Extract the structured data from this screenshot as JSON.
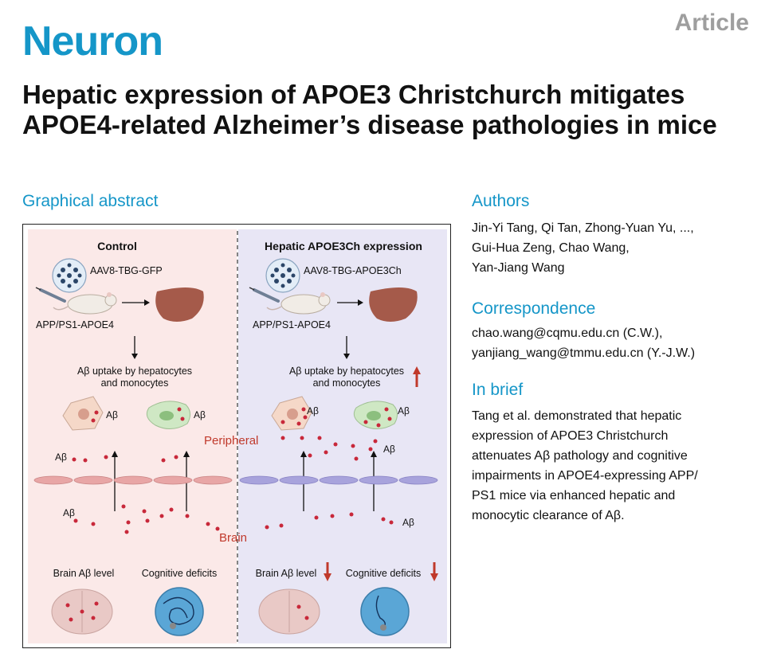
{
  "header": {
    "journal": "Neuron",
    "article_type": "Article"
  },
  "title": "Hepatic expression of APOE3 Christchurch mitigates APOE4-related Alzheimer’s disease pathologies in mice",
  "graphical_abstract": {
    "heading": "Graphical abstract",
    "left_panel": {
      "title": "Control",
      "vector": "AAV8-TBG-GFP",
      "model": "APP/PS1-APOE4",
      "uptake_line1": "Aβ uptake by hepatocytes",
      "uptake_line2": "and monocytes",
      "abeta": "Aβ",
      "brain_level": "Brain Aβ level",
      "cognitive": "Cognitive deficits"
    },
    "right_panel": {
      "title": "Hepatic APOE3Ch expression",
      "vector": "AAV8-TBG-APOE3Ch",
      "model": "APP/PS1-APOE4",
      "uptake_line1": "Aβ uptake by hepatocytes",
      "uptake_line2": "and monocytes",
      "abeta": "Aβ",
      "brain_level": "Brain Aβ level",
      "cognitive": "Cognitive deficits"
    },
    "peripheral_label": "Peripheral",
    "brain_label": "Brain",
    "colors": {
      "left_bg": "#fbe9e8",
      "right_bg": "#e8e6f5",
      "red_dot": "#c8283a",
      "arrow_red": "#c0392b",
      "liver": "#a55a4a",
      "endothelium_left": "#e8a6a6",
      "endothelium_right": "#a8a3dc"
    }
  },
  "authors": {
    "heading": "Authors",
    "line1": "Jin-Yi Tang, Qi Tan, Zhong-Yuan Yu, ...,",
    "line2": "Gui-Hua Zeng, Chao Wang,",
    "line3": "Yan-Jiang Wang"
  },
  "correspondence": {
    "heading": "Correspondence",
    "line1": "chao.wang@cqmu.edu.cn (C.W.),",
    "line2": "yanjiang_wang@tmmu.edu.cn (Y.-J.W.)"
  },
  "in_brief": {
    "heading": "In brief",
    "line1": "Tang et al. demonstrated that hepatic",
    "line2": "expression of APOE3 Christchurch",
    "line3": "attenuates Aβ pathology and cognitive",
    "line4": "impairments in APOE4-expressing APP/",
    "line5": "PS1 mice via enhanced hepatic and",
    "line6": "monocytic clearance of Aβ."
  }
}
